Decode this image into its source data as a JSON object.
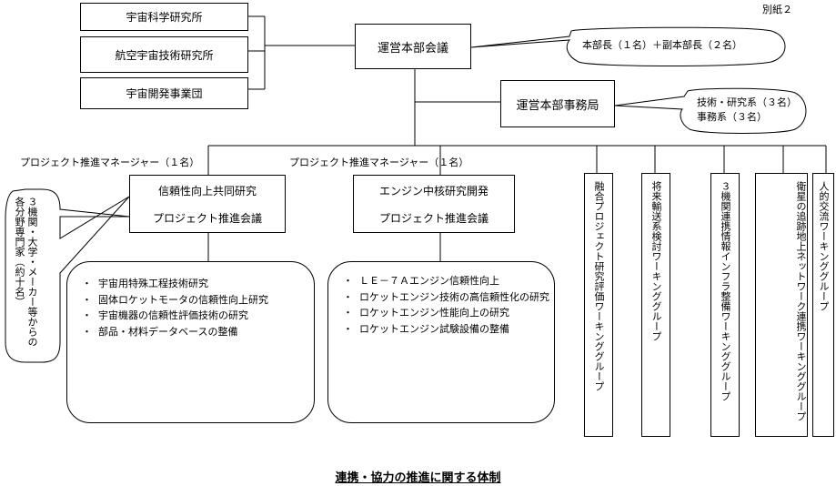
{
  "annex_label": "別紙２",
  "orgs": [
    "宇宙科学研究所",
    "航空宇宙技術研究所",
    "宇宙開発事業団"
  ],
  "hq_council": "運営本部会議",
  "hq_council_note": "本部長（１名）＋副本部長（２名）",
  "hq_office": "運営本部事務局",
  "hq_office_note": [
    "技術・研究系（３名）",
    "事務系（３名）"
  ],
  "pm_labels": [
    "プロジェクト推進マネージャー（１名）",
    "プロジェクト推進マネージャー（１名）"
  ],
  "projects": [
    {
      "name": "信頼性向上共同研究",
      "council": "プロジェクト推進会議",
      "items": [
        "宇宙用特殊工程技術研究",
        "固体ロケットモータの信頼性向上研究",
        "宇宙機器の信頼性評価技術の研究",
        "部品・材料データベースの整備"
      ]
    },
    {
      "name": "エンジン中核研究開発",
      "council": "プロジェクト推進会議",
      "items": [
        "ＬＥ－７Ａエンジン信頼性向上",
        "ロケットエンジン技術の高信頼性化の研究",
        "ロケットエンジン性能向上の研究",
        "ロケットエンジン試験設備の整備"
      ]
    }
  ],
  "experts_note": "３機関・大学・メーカー等からの各分野専門家（約十名）",
  "working_groups": [
    "融合プロジェクト研究評価ワーキンググループ",
    "将来輸送系検討ワーキンググループ",
    "３機関連携情報インフラ整備ワーキンググループ",
    "衛星の追跡地上ネットワーク連携ワーキンググループ",
    "人的交流ワーキンググループ"
  ],
  "title": "連携・協力の推進に関する体制"
}
